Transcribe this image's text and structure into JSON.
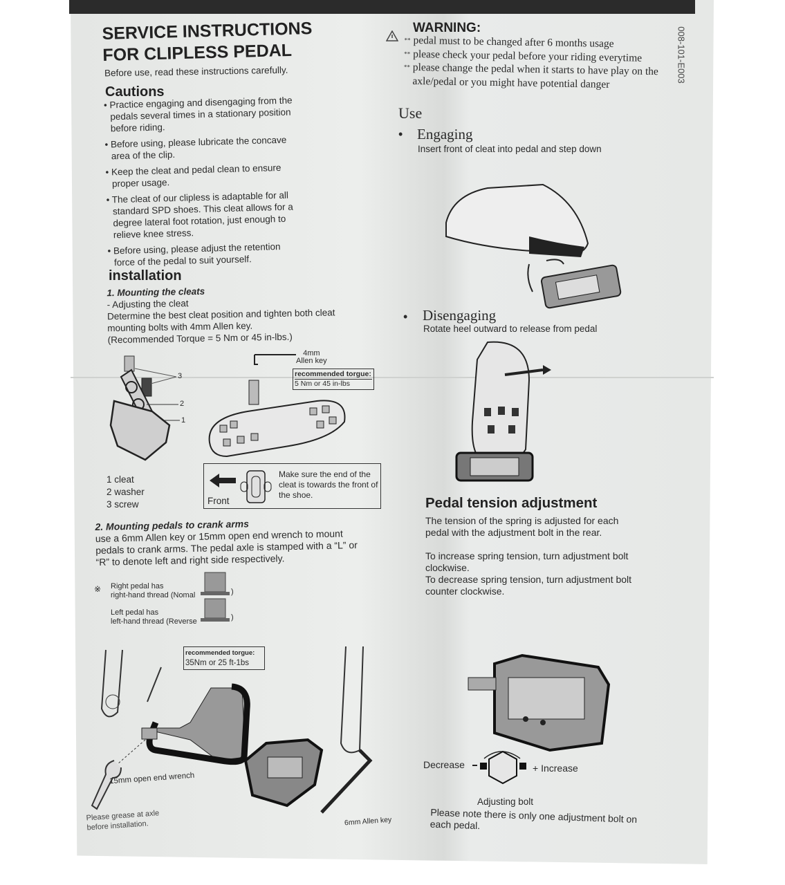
{
  "title_line1": "SERVICE INSTRUCTIONS",
  "title_line2": "FOR CLIPLESS PEDAL",
  "intro": "Before use, read these instructions carefully.",
  "cautions": {
    "heading": "Cautions",
    "items": [
      "• Practice engaging and disengaging from the pedals several times in a stationary position before riding.",
      "• Before using, please lubricate the concave area of the clip.",
      "• Keep the cleat and pedal clean to ensure proper usage.",
      "• The cleat of our clipless is adaptable for all standard SPD shoes. This cleat allows for a degree lateral foot rotation, just enough to relieve knee stress.",
      "• Before using, please adjust the retention force of the pedal to suit yourself."
    ]
  },
  "installation": {
    "heading": "installation",
    "step1_title": "1. Mounting the cleats",
    "step1_sub": "- Adjusting the cleat",
    "step1_text": "Determine the best cleat position and tighten both cleat mounting bolts with 4mm Allen key.",
    "step1_torque": "(Recommended Torque = 5 Nm or 45 in-lbs.)",
    "allen_key_label_1": "4mm",
    "allen_key_label_2": "Allen key",
    "torque_box_1_title": "recommended torgue:",
    "torque_box_1_value": "5 Nm or 45 in-lbs",
    "callouts": [
      "3",
      "2",
      "1"
    ],
    "parts": [
      "1 cleat",
      "2 washer",
      "3 screw"
    ],
    "front_label": "Front",
    "front_note": "Make sure the end of the cleat is towards the front of the shoe.",
    "step2_title": "2. Mounting pedals to crank arms",
    "step2_text": "use a 6mm Allen key or 15mm open end wrench to mount pedals to crank arms. The pedal axle is stamped with a “L” or “R”  to denote left and right side respectively.",
    "note_mark": "※",
    "right_pedal_1": "Right pedal has",
    "right_pedal_2": "right-hand thread (Nomal",
    "left_pedal_1": "Left pedal has",
    "left_pedal_2": "left-hand thread (Reverse",
    "paren": ")",
    "torque_box_2_title": "recommended torgue:",
    "torque_box_2_value": "35Nm or 25 ft-1bs",
    "wrench_label": "15mm open end wrench",
    "grease_note": "Please grease at axle before installation.",
    "allen6_label": "6mm Allen key"
  },
  "warning": {
    "heading": "WARNING:",
    "marker": "**",
    "items": [
      "pedal must to be changed after 6 months usage",
      "please check your pedal before your riding everytime",
      "please change the pedal when it starts to have play on the axle/pedal or you might have potential danger"
    ]
  },
  "doc_code": "008-101-E003",
  "use": {
    "heading": "Use",
    "engaging_title": "Engaging",
    "engaging_text": "Insert front of cleat into pedal and step down",
    "disengaging_title": "Disengaging",
    "disengaging_text": "Rotate heel outward to release from pedal"
  },
  "tension": {
    "heading": "Pedal tension adjustment",
    "text1": "The tension of the spring is adjusted for each pedal with the adjustment bolt in the rear.",
    "text2": "To increase spring tension, turn adjustment bolt clockwise.",
    "text3": "To decrease spring tension, turn adjustment bolt counter clockwise.",
    "decrease": "Decrease",
    "increase": "Increase",
    "bolt_label": "Adjusting bolt",
    "note": "Please note there is only one adjustment bolt on each pedal."
  }
}
